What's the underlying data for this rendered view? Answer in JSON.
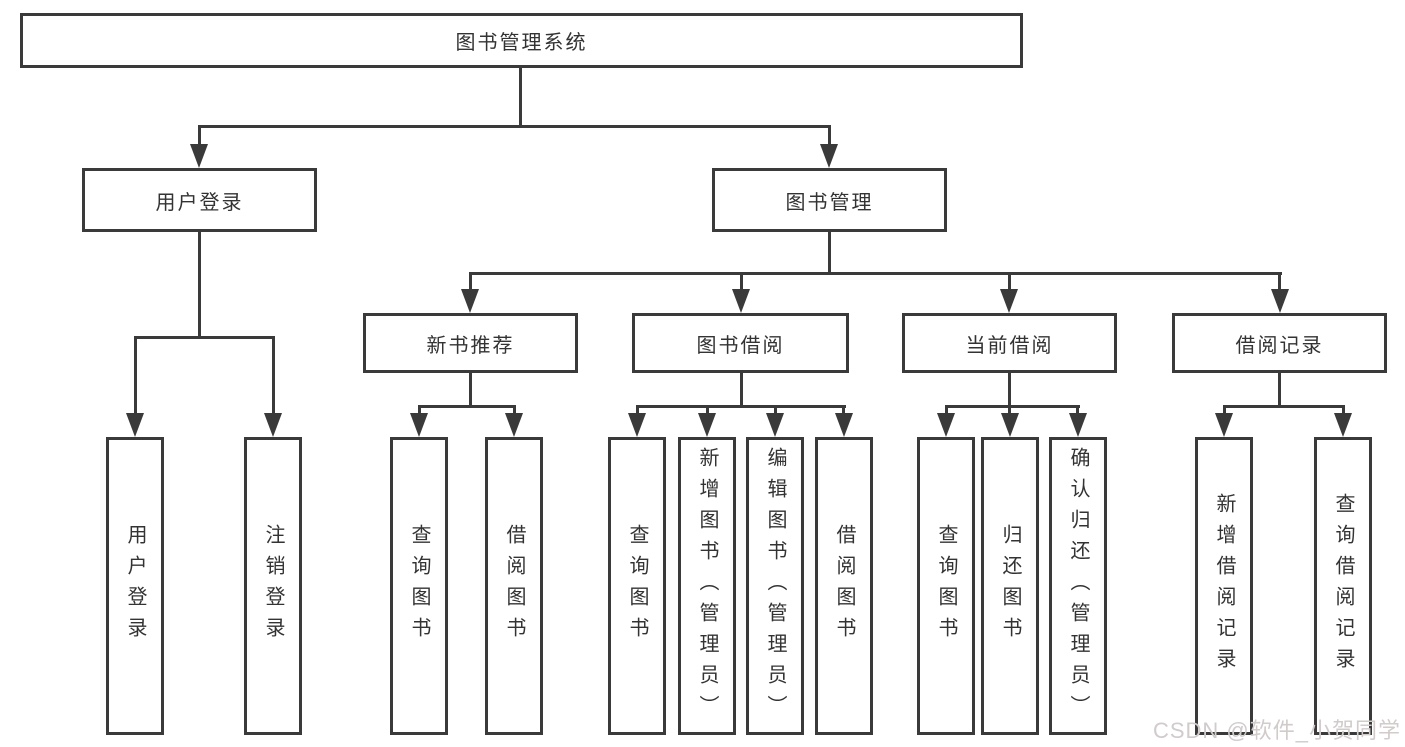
{
  "diagram": {
    "root": "图书管理系统",
    "level2": [
      "用户登录",
      "图书管理"
    ],
    "level3": [
      "新书推荐",
      "图书借阅",
      "当前借阅",
      "借阅记录"
    ],
    "leaves": {
      "user_login": [
        "用户登录",
        "注销登录"
      ],
      "new_book_recommend": [
        "查询图书",
        "借阅图书"
      ],
      "book_borrowing": [
        "查询图书",
        "新增图书（管理员）",
        "编辑图书（管理员）",
        "借阅图书"
      ],
      "current_borrowing": [
        "查询图书",
        "归还图书",
        "确认归还（管理员）"
      ],
      "borrowing_records": [
        "新增借阅记录",
        "查询借阅记录"
      ]
    }
  },
  "watermark": {
    "text": "CSDN @软件_小贺同学"
  },
  "colors": {
    "line": "#3a3a3a",
    "text": "#333333",
    "background": "#ffffff",
    "watermark": "#d1cbcb"
  }
}
